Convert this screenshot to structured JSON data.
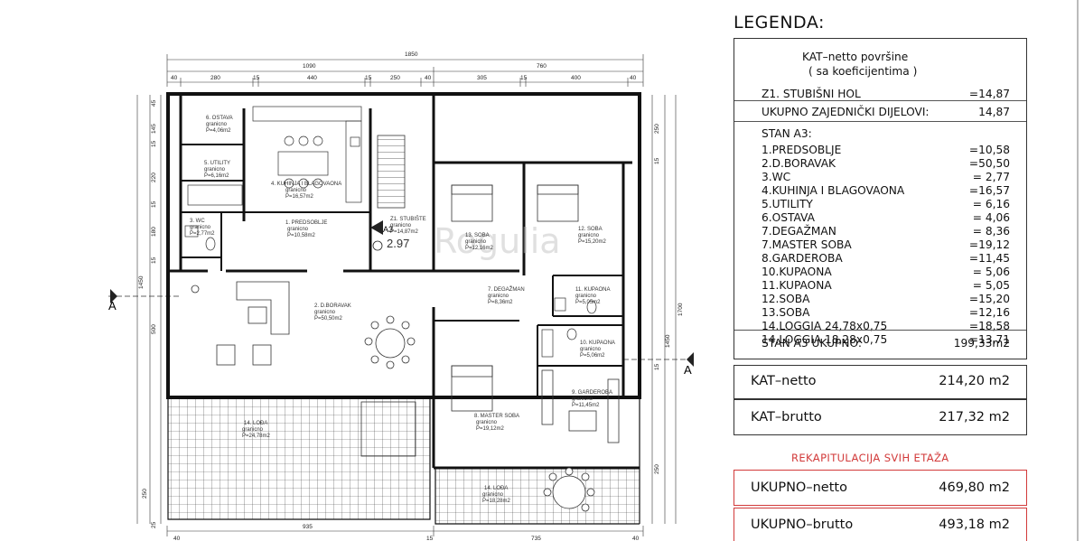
{
  "plan": {
    "dims_top": {
      "total": "1850",
      "left": "1090",
      "right": "760",
      "segments": [
        "40",
        "280",
        "15",
        "440",
        "15",
        "250",
        "40",
        "305",
        "15",
        "400",
        "40"
      ]
    },
    "dims_bottom": [
      "40",
      "935",
      "15",
      "735",
      "40"
    ],
    "dims_left": [
      "45",
      "145",
      "15",
      "220",
      "15",
      "180",
      "15",
      "1450",
      "500",
      "250",
      "25"
    ],
    "dims_left_total": "1450",
    "dims_right": [
      "250",
      "15",
      "1700",
      "1450",
      "15",
      "250"
    ],
    "section_markers": [
      "A",
      "A"
    ],
    "elevation_tag": "A3",
    "elevation_value": "2.97",
    "watermark": "Rogulia",
    "rooms": [
      {
        "name": "6. OSTAVA",
        "sub": "granicno",
        "area": "P=4,06m2"
      },
      {
        "name": "5. UTILITY",
        "sub": "granicno",
        "area": "P=6,16m2"
      },
      {
        "name": "4. KUHINJA I BLAGOVAONA",
        "sub": "granicno",
        "area": "P=16,57m2"
      },
      {
        "name": "3. WC",
        "sub": "granicno",
        "area": "P=2,77m2"
      },
      {
        "name": "1. PREDSOBLJE",
        "sub": "granicno",
        "area": "P=10,58m2"
      },
      {
        "name": "Z1. STUBIŠTE",
        "sub": "granicno",
        "area": "P=14,87m2"
      },
      {
        "name": "13. SOBA",
        "sub": "granicno",
        "area": "P=12,16m2"
      },
      {
        "name": "12. SOBA",
        "sub": "granicno",
        "area": "P=15,20m2"
      },
      {
        "name": "2. D.BORAVAK",
        "sub": "granicno",
        "area": "P=50,50m2"
      },
      {
        "name": "7. DEGAŽMAN",
        "sub": "granicno",
        "area": "P=8,36m2"
      },
      {
        "name": "11. KUPAONA",
        "sub": "granicno",
        "area": "P=5,05m2"
      },
      {
        "name": "10. KUPAONA",
        "sub": "granicno",
        "area": "P=5,06m2"
      },
      {
        "name": "9. GARDEROBA",
        "sub": "granicno",
        "area": "P=11,45m2"
      },
      {
        "name": "8. MASTER SOBA",
        "sub": "granicno",
        "area": "P=19,12m2"
      },
      {
        "name": "14. LOĐA",
        "sub": "granicno",
        "area": "P=24,78m2"
      },
      {
        "name": "14. LOĐA",
        "sub": "granicno",
        "area": "P=18,28m2"
      }
    ]
  },
  "legend": {
    "title": "LEGENDA:",
    "header_line1": "KAT–netto površine",
    "header_line2": "( sa koeficijentima )",
    "common": [
      {
        "label": "Z1. STUBIŠNI HOL",
        "value": "=14,87"
      },
      {
        "label": "UKUPNO ZAJEDNIČKI DIJELOVI:",
        "value": "14,87"
      }
    ],
    "stan_title": "STAN A3:",
    "stan_rows": [
      {
        "label": "1.PREDSOBLJE",
        "value": "=10,58"
      },
      {
        "label": "2.D.BORAVAK",
        "value": "=50,50"
      },
      {
        "label": "3.WC",
        "value": "= 2,77"
      },
      {
        "label": "4.KUHINJA I BLAGOVAONA",
        "value": "=16,57"
      },
      {
        "label": "5.UTILITY",
        "value": "= 6,16"
      },
      {
        "label": "6.OSTAVA",
        "value": "= 4,06"
      },
      {
        "label": "7.DEGAŽMAN",
        "value": "= 8,36"
      },
      {
        "label": "7.MASTER SOBA",
        "value": "=19,12"
      },
      {
        "label": "8.GARDEROBA",
        "value": "=11,45"
      },
      {
        "label": "10.KUPAONA",
        "value": "= 5,06"
      },
      {
        "label": "11.KUPAONA",
        "value": "= 5,05"
      },
      {
        "label": "12.SOBA",
        "value": "=15,20"
      },
      {
        "label": "13.SOBA",
        "value": "=12,16"
      },
      {
        "label": "14.LOGGIA   24,78x0,75",
        "value": "=18,58"
      },
      {
        "label": "14.LOGGIA   18,28x0,75",
        "value": "=13,71"
      }
    ],
    "stan_total_label": "STAN A3 UKUPNO:",
    "stan_total_value": "199,33m2",
    "kat_netto_label": "KAT–netto",
    "kat_netto_value": "214,20  m2",
    "kat_brutto_label": "KAT–brutto",
    "kat_brutto_value": "217,32  m2",
    "recap_title": "REKAPITULACIJA SVIH ETAŽA",
    "ukupno_netto_label": "UKUPNO–netto",
    "ukupno_netto_value": "469,80  m2",
    "ukupno_brutto_label": "UKUPNO–brutto",
    "ukupno_brutto_value": "493,18  m2",
    "accent_red": "#d23a3a"
  }
}
